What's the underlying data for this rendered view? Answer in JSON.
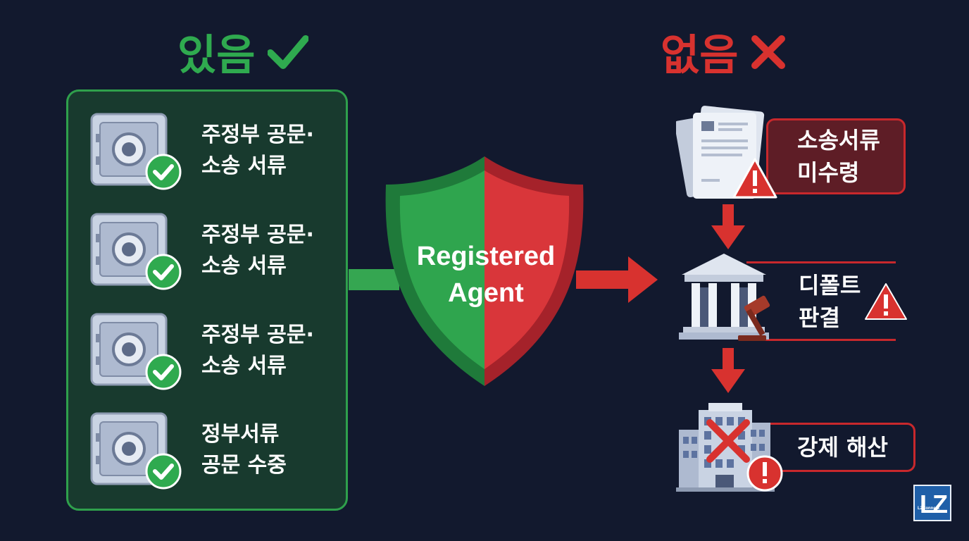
{
  "left": {
    "heading": "있음",
    "heading_icon": "check-icon",
    "items": [
      {
        "label": "주정부 공문·\n소송 서류"
      },
      {
        "label": "주정부 공문·\n소송 서류"
      },
      {
        "label": "주정부 공문·\n소송 서류"
      },
      {
        "label": "정부서류\n공문 수중"
      }
    ]
  },
  "center": {
    "shield_text": "Registered\nAgent"
  },
  "right": {
    "heading": "없음",
    "heading_icon": "x-icon",
    "steps": [
      {
        "label": "소송서류\n미수령",
        "icon": "documents-warning-icon"
      },
      {
        "label": "디폴트\n판결",
        "icon": "courthouse-gavel-icon"
      },
      {
        "label": "강제 해산",
        "icon": "building-crossed-icon"
      }
    ]
  },
  "logo": {
    "text": "LZ",
    "subtext": "L2Connect"
  },
  "colors": {
    "green": "#2faa4f",
    "red": "#d8322f",
    "background": "#12192e"
  }
}
